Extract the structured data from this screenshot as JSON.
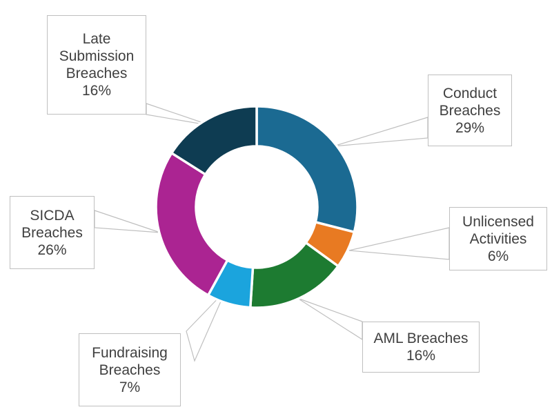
{
  "chart_data": {
    "type": "pie",
    "variant": "donut",
    "title": "",
    "subtitle": "",
    "xlabel": "",
    "ylabel": "",
    "legend_position": "none",
    "grid": false,
    "value_unit": "percent",
    "data_labels_shown": true,
    "label_style": "callout-box-with-leader-line",
    "start_angle_deg": 0,
    "direction": "clockwise",
    "categories": [
      "Conduct Breaches",
      "Unlicensed Activities",
      "AML Breaches",
      "Fundraising Breaches",
      "SICDA Breaches",
      "Late Submission Breaches"
    ],
    "values": [
      29,
      6,
      16,
      7,
      26,
      16
    ],
    "colors": [
      "#1b6a92",
      "#e87a22",
      "#1d7b31",
      "#1ba4dd",
      "#ab2492",
      "#0e3c52"
    ],
    "slices": [
      {
        "label": "Conduct Breaches",
        "value": 29,
        "value_text": "29%",
        "color": "#1b6a92"
      },
      {
        "label": "Unlicensed Activities",
        "value": 6,
        "value_text": "6%",
        "color": "#e87a22"
      },
      {
        "label": "AML Breaches",
        "value": 16,
        "value_text": "16%",
        "color": "#1d7b31"
      },
      {
        "label": "Fundraising Breaches",
        "value": 7,
        "value_text": "7%",
        "color": "#1ba4dd"
      },
      {
        "label": "SICDA Breaches",
        "value": 26,
        "value_text": "26%",
        "color": "#ab2492"
      },
      {
        "label": "Late Submission Breaches",
        "value": 16,
        "value_text": "16%",
        "color": "#0e3c52"
      }
    ]
  },
  "labels": {
    "late_submission": {
      "line1": "Late",
      "line2": "Submission",
      "line3": "Breaches",
      "line4": "16%"
    },
    "conduct": {
      "line1": "Conduct",
      "line2": "Breaches",
      "line3": "29%"
    },
    "unlicensed": {
      "line1": "Unlicensed",
      "line2": "Activities",
      "line3": "6%"
    },
    "aml": {
      "line1": "AML Breaches",
      "line2": "16%"
    },
    "fundraising": {
      "line1": "Fundraising",
      "line2": "Breaches",
      "line3": "7%"
    },
    "sicda": {
      "line1": "SICDA",
      "line2": "Breaches",
      "line3": "26%"
    }
  },
  "style": {
    "background": "#ffffff",
    "text_color": "#404040",
    "callout_border": "#bfbfbf",
    "leader_line": "#bfbfbf",
    "slice_gap": "#ffffff"
  }
}
